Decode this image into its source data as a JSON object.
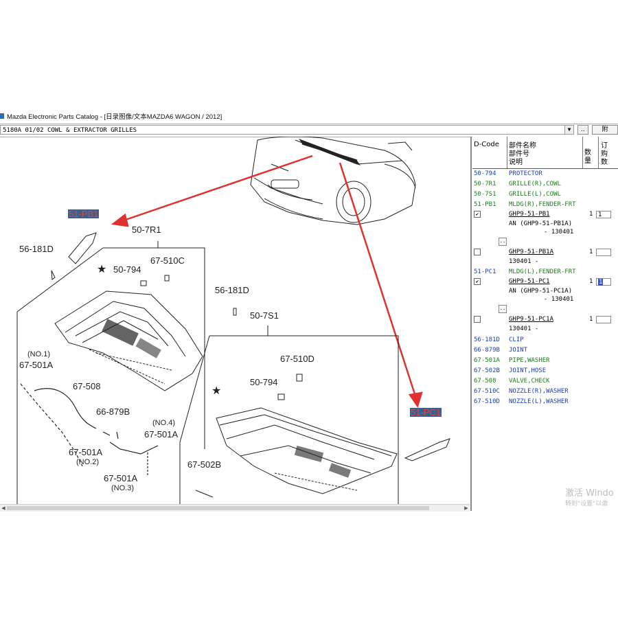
{
  "window": {
    "title": "Mazda Electronic Parts Catalog - [日录图像/文本MAZDA6 WAGON / 2012]"
  },
  "toolbar": {
    "selector_value": "5180A 01/02 COWL & EXTRACTOR GRILLES",
    "dots_label": "..",
    "print_label": "附"
  },
  "diagram": {
    "tags": {
      "pb1": "51-PB1",
      "pc1": "51-PC1"
    },
    "callouts": {
      "c50_7R1": "50-7R1",
      "c56_181D_left": "56-181D",
      "c50_794_left": "50-794",
      "c67_510C": "67-510C",
      "c56_181D_right": "56-181D",
      "c50_7S1": "50-7S1",
      "c67_510D": "67-510D",
      "c50_794_right": "50-794",
      "c_no1": "(NO.1)",
      "c67_501A_1": "67-501A",
      "c67_508": "67-508",
      "c66_879B": "66-879B",
      "c_no4": "(NO.4)",
      "c67_501A_4": "67-501A",
      "c67_501A_2": "67-501A",
      "c_no2": "(NO.2)",
      "c67_501A_3": "67-501A",
      "c_no3": "(NO.3)",
      "c67_502B": "67-502B",
      "star_left": "★",
      "star_right": "★"
    },
    "accent_color": "#e03030"
  },
  "panel": {
    "headers": {
      "dcode": "D-Code",
      "name_l1": "部件名称",
      "name_l2": "部件号",
      "name_l3": "说明",
      "qty_l1": "数",
      "qty_l2": "量",
      "order_l1": "订",
      "order_l2": "购",
      "order_l3": "数"
    },
    "rows": [
      {
        "code": "50-794",
        "desc": "PROTECTOR",
        "color": "blue"
      },
      {
        "code": "50-7R1",
        "desc": "GRILLE(R),COWL",
        "color": "green"
      },
      {
        "code": "50-7S1",
        "desc": "GRILLE(L),COWL",
        "color": "green"
      },
      {
        "code": "51-PB1",
        "desc": "MLDG(R),FENDER-FRT",
        "color": "green"
      },
      {
        "part": "GHP9-51-PB1",
        "note1": "AN (GHP9-51-PB1A)",
        "note2": "- 130401",
        "qty": "1",
        "order": "1",
        "checked": "✔"
      },
      {
        "part": "GHP9-51-PB1A",
        "note1": "130401  -",
        "qty": "1",
        "order": ""
      },
      {
        "code": "51-PC1",
        "desc": "MLDG(L),FENDER-FRT",
        "color": "green"
      },
      {
        "part": "GHP9-51-PC1",
        "note1": "AN (GHP9-51-PC1A)",
        "note2": "- 130401",
        "qty": "1",
        "order": "1",
        "checked": "✔"
      },
      {
        "part": "GHP9-51-PC1A",
        "note1": "130401  -",
        "qty": "1",
        "order": ""
      },
      {
        "code": "56-181D",
        "desc": "CLIP",
        "color": "blue"
      },
      {
        "code": "66-879B",
        "desc": "JOINT",
        "color": "blue"
      },
      {
        "code": "67-501A",
        "desc": "PIPE,WASHER",
        "color": "green"
      },
      {
        "code": "67-502B",
        "desc": "JOINT,HOSE",
        "color": "blue"
      },
      {
        "code": "67-508",
        "desc": "VALVE,CHECK",
        "color": "green"
      },
      {
        "code": "67-510C",
        "desc": "NOZZLE(R),WASHER",
        "color": "blue"
      },
      {
        "code": "67-510D",
        "desc": "NOZZLE(L),WASHER",
        "color": "blue"
      }
    ],
    "mini_button": ".."
  },
  "watermark": {
    "line1": "激活 Windo",
    "line2": "转到\"设置\"以激"
  }
}
